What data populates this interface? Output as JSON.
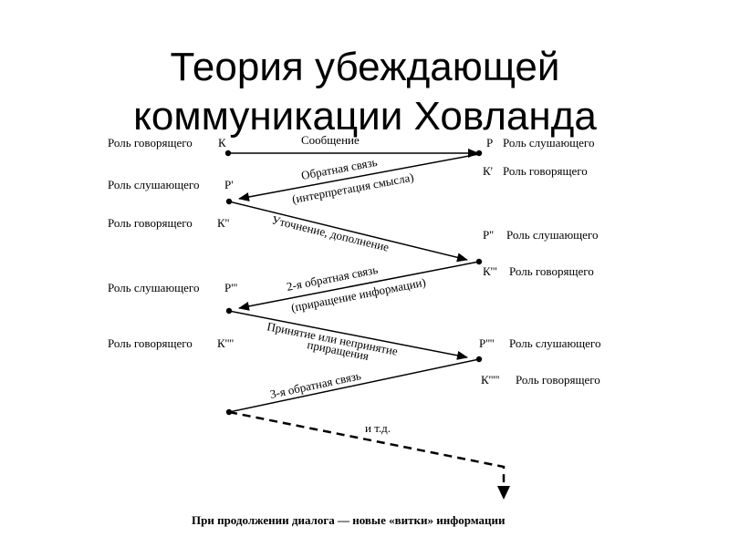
{
  "title": {
    "line1": "Теория убеждающей",
    "line2": "коммуникации Ховланда"
  },
  "left_labels": [
    "Роль говорящего",
    "Роль слушающего",
    "Роль говорящего",
    "Роль слушающего",
    "Роль говорящего"
  ],
  "left_symbols": [
    "К",
    "Р'",
    "К''",
    "Р'''",
    "К''''"
  ],
  "right_symbols": [
    "Р",
    "К'",
    "Р''",
    "К'''",
    "Р''''",
    "К'''''"
  ],
  "right_labels": [
    "Роль слушающего",
    "Роль говорящего",
    "Роль слушающего",
    "Роль говорящего",
    "Роль слушающего",
    "Роль говорящего"
  ],
  "arrow_labels": [
    "Сообщение",
    "Обратная связь",
    "(интерпретация смысла)",
    "Уточнение, дополнение",
    "2-я обратная связь",
    "(приращение информации)",
    "Принятие или непринятие",
    "приращения",
    "3-я обратная связь",
    "и т.д."
  ],
  "footer": "При продолжении диалога — новые «витки» информации"
}
